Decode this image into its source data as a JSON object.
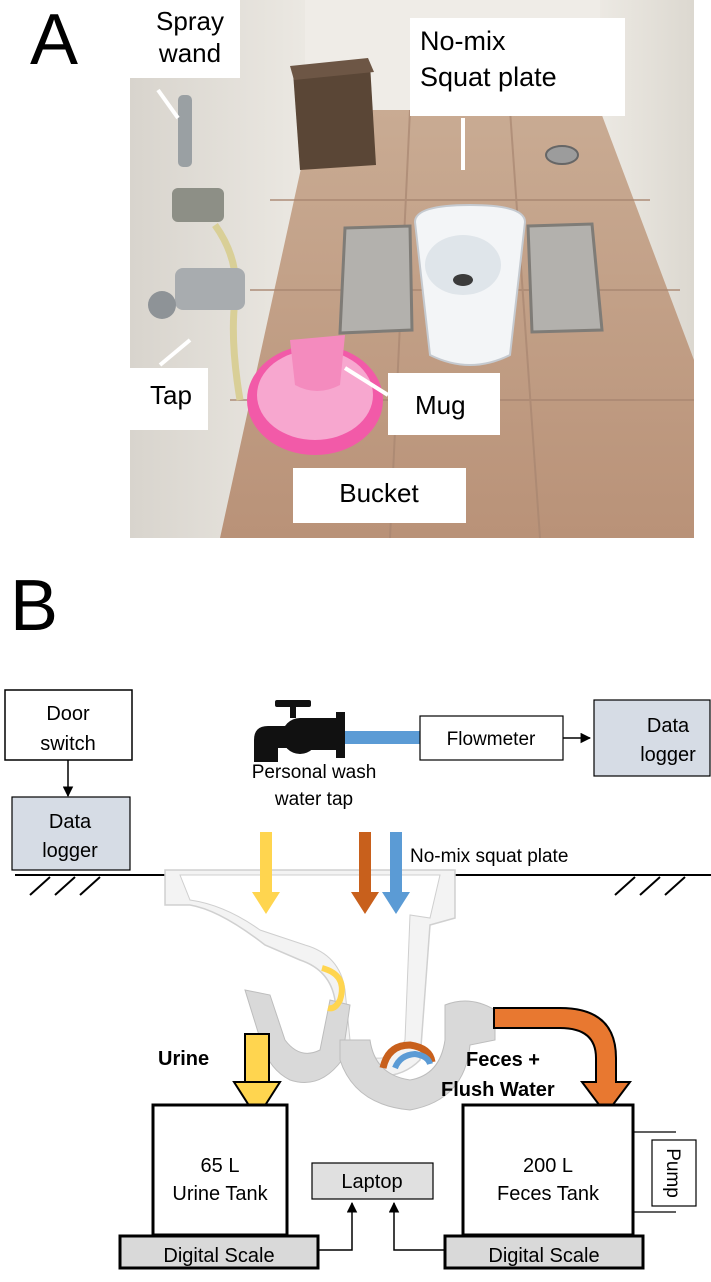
{
  "panels": {
    "a_letter": "A",
    "b_letter": "B"
  },
  "photo_labels": {
    "spray_wand_line1": "Spray",
    "spray_wand_line2": "wand",
    "squat_plate_line1": "No-mix",
    "squat_plate_line2": "Squat plate",
    "tap": "Tap",
    "mug": "Mug",
    "bucket": "Bucket"
  },
  "diagram": {
    "door_switch_line1": "Door",
    "door_switch_line2": "switch",
    "data_logger_line1": "Data",
    "data_logger_line2": "logger",
    "data_logger2_line1": "Data",
    "data_logger2_line2": "logger",
    "flowmeter": "Flowmeter",
    "tap_label_line1": "Personal wash",
    "tap_label_line2": "water tap",
    "squat_plate": "No-mix squat plate",
    "urine": "Urine",
    "feces_line1": "Feces +",
    "feces_line2": "Flush Water",
    "urine_tank_line1": "65 L",
    "urine_tank_line2": "Urine Tank",
    "feces_tank_line1": "200 L",
    "feces_tank_line2": "Feces Tank",
    "pump": "Pump",
    "laptop": "Laptop",
    "scale_left": "Digital Scale",
    "scale_right": "Digital Scale"
  },
  "colors": {
    "urine_yellow": "#FFD54F",
    "feces_orange": "#C8601C",
    "water_blue": "#5B9BD5",
    "logger_fill": "#D6DCE5",
    "scale_fill": "#D9D9D9",
    "tile": "#C9A78E",
    "bucket_pink": "#F25AA8"
  }
}
